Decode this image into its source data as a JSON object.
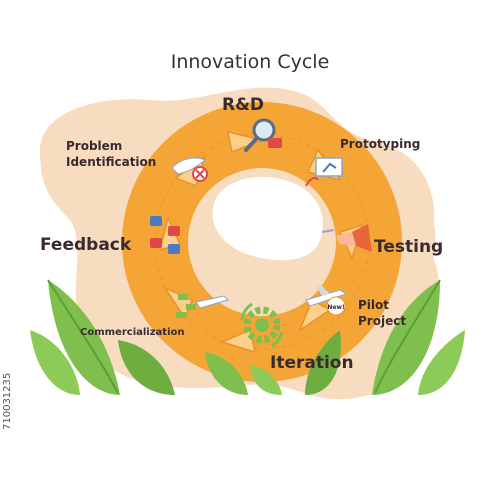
{
  "title": "Innovation Cycle",
  "stages": {
    "rd": "R&D",
    "prototyping": "Prototyping",
    "testing": "Testing",
    "pilot_line1": "Pilot",
    "pilot_line2": "Project",
    "iteration": "Iteration",
    "commercialization": "Commercialization",
    "feedback": "Feedback",
    "problem_line1": "Problem",
    "problem_line2": "Identification"
  },
  "badge_new": "New!",
  "watermark_id": "710031235",
  "colors": {
    "blob": "#f8dcc0",
    "ring": "#f5a536",
    "ring_dark": "#e8922a",
    "leaf": "#7fbf4d",
    "leaf_dark": "#5e9e36",
    "text": "#3a2a2e"
  },
  "icons": [
    "dove-icon",
    "magnifier-icon",
    "presentation-icon",
    "megaphone-icon",
    "airplane-icon",
    "gear-icon",
    "money-icon",
    "social-feedback-icon"
  ]
}
